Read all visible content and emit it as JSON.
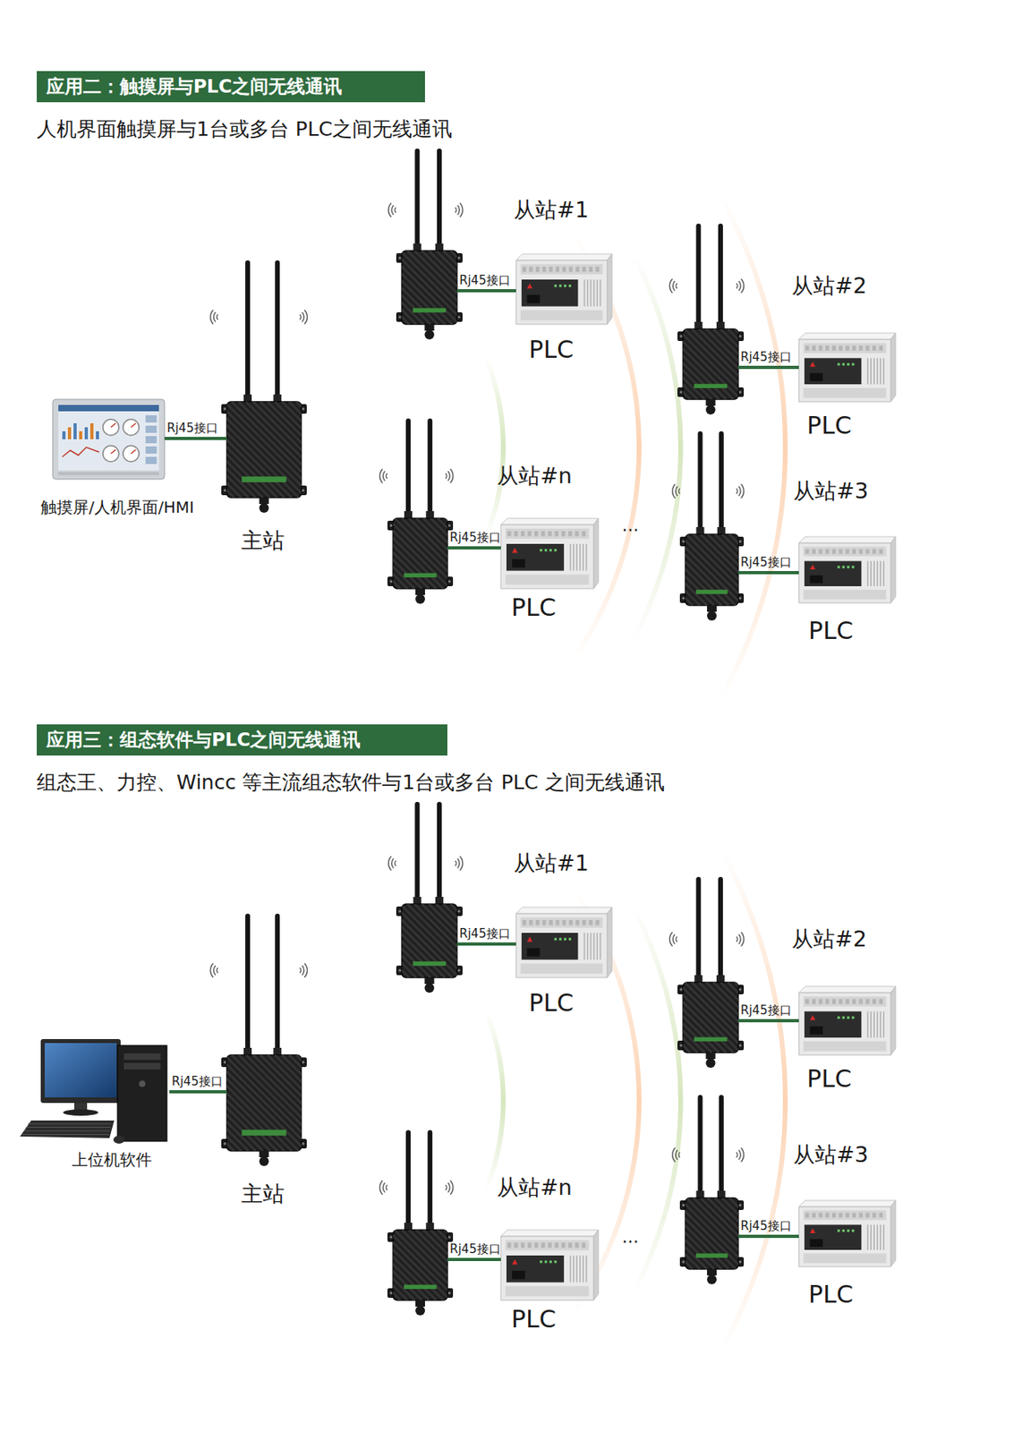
{
  "diagram": {
    "nodes": [
      {
        "text": [
          "应用二：触摸屏与PLC之间无线通讯"
        ]
      },
      {
        "text": [
          "触摸屏/人机界面/HMI"
        ]
      },
      {
        "text": [
          "主站"
        ]
      },
      {
        "text": [
          "从站#1"
        ]
      },
      {
        "text": [
          "PLC"
        ]
      },
      {
        "text": [
          "从站#2"
        ]
      },
      {
        "text": [
          "PLC"
        ]
      },
      {
        "text": [
          "从站#n"
        ]
      },
      {
        "text": [
          "PLC"
        ]
      },
      {
        "text": [
          "从站#3"
        ]
      },
      {
        "text": [
          "PLC"
        ]
      },
      {
        "text": [
          "应用三：组态软件与PLC之间无线通讯"
        ]
      },
      {
        "text": [
          "上位机软件"
        ]
      },
      {
        "text": [
          "主站"
        ]
      },
      {
        "text": [
          "从站#1"
        ]
      },
      {
        "text": [
          "PLC"
        ]
      },
      {
        "text": [
          "从站#2"
        ]
      },
      {
        "text": [
          "PLC"
        ]
      },
      {
        "text": [
          "从站#n"
        ]
      },
      {
        "text": [
          "PLC"
        ]
      },
      {
        "text": [
          "从站#3"
        ]
      },
      {
        "text": [
          "PLC"
        ]
      }
    ],
    "edges": [
      {
        "from": 1,
        "to": 2,
        "label": "Rj45接口",
        "arrow": "none"
      },
      {
        "from": 3,
        "to": 4,
        "label": "Rj45接口",
        "arrow": "none"
      },
      {
        "from": 5,
        "to": 6,
        "label": "Rj45接口",
        "arrow": "none"
      },
      {
        "from": 7,
        "to": 8,
        "label": "Rj45接口",
        "arrow": "none"
      },
      {
        "from": 9,
        "to": 10,
        "label": "Rj45接口",
        "arrow": "none"
      },
      {
        "from": 12,
        "to": 13,
        "label": "Rj45接口",
        "arrow": "none"
      },
      {
        "from": 14,
        "to": 15,
        "label": "Rj45接口",
        "arrow": "none"
      },
      {
        "from": 16,
        "to": 17,
        "label": "Rj45接口",
        "arrow": "none"
      },
      {
        "from": 18,
        "to": 19,
        "label": "Rj45接口",
        "arrow": "none"
      },
      {
        "from": 20,
        "to": 21,
        "label": "Rj45接口",
        "arrow": "none"
      }
    ],
    "labels": [
      "人机界面触摸屏与1台或多台 PLC之间无线通讯",
      "...",
      "组态王、力控、Wincc 等主流组态软件与1台或多台 PLC 之间无线通讯",
      "..."
    ]
  }
}
